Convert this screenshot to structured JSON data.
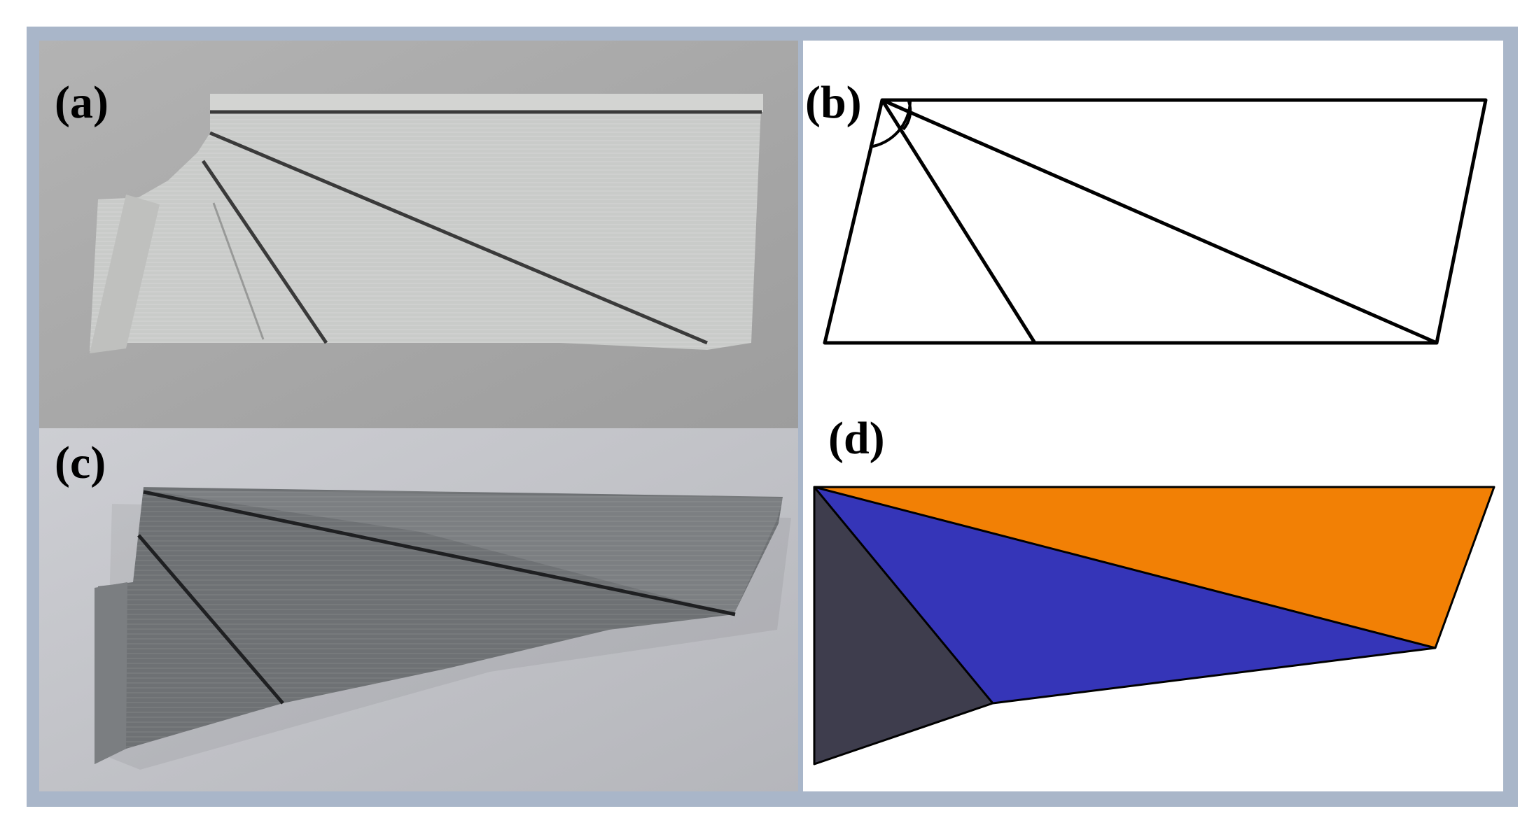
{
  "figure": {
    "frame_color": "#a9b6c9",
    "panels": {
      "a": {
        "label": "(a)",
        "kind": "photo",
        "background_color": "#a8a8a8",
        "sheet_color": "#c9cbc9",
        "crease_color": "#3a3a3a"
      },
      "b": {
        "label": "(b)",
        "kind": "line-drawing",
        "background_color": "#ffffff",
        "line_color": "#000000"
      },
      "c": {
        "label": "(c)",
        "kind": "photo",
        "background_color": "#c4c5ca",
        "sheet_color": "#6e7174",
        "crease_color": "#1f2022"
      },
      "d": {
        "label": "(d)",
        "kind": "colored-facets",
        "background_color": "#ffffff",
        "facet_colors": {
          "left": "#3e3d4d",
          "middle": "#3535b8",
          "top": "#f28005"
        },
        "edge_color": "#000000"
      }
    }
  }
}
